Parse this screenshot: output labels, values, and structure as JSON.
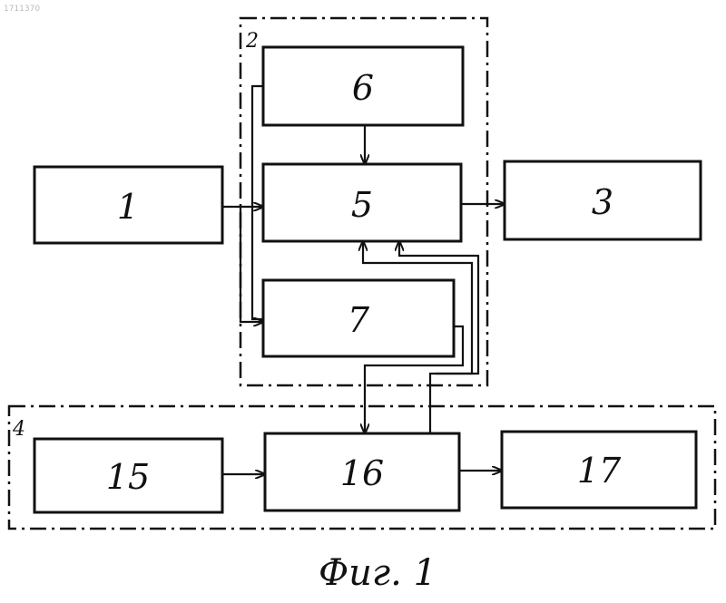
{
  "doc_number": "1711370",
  "caption": "Фиг. 1",
  "groups": [
    {
      "id": "g2",
      "label": "2"
    },
    {
      "id": "g4",
      "label": "4"
    }
  ],
  "blocks": [
    {
      "id": "b1",
      "label": "1"
    },
    {
      "id": "b3",
      "label": "3"
    },
    {
      "id": "b5",
      "label": "5"
    },
    {
      "id": "b6",
      "label": "6"
    },
    {
      "id": "b7",
      "label": "7"
    },
    {
      "id": "b15",
      "label": "15"
    },
    {
      "id": "b16",
      "label": "16"
    },
    {
      "id": "b17",
      "label": "17"
    }
  ],
  "connections": [
    {
      "from": "1",
      "to": "5"
    },
    {
      "from": "1",
      "to": "7"
    },
    {
      "from": "6",
      "to": "5"
    },
    {
      "from": "5",
      "to": "3"
    },
    {
      "from": "7",
      "to": "16"
    },
    {
      "from": "16",
      "to": "5"
    },
    {
      "from": "15",
      "to": "16"
    },
    {
      "from": "16",
      "to": "17"
    }
  ],
  "colors": {
    "ink": "#111111",
    "paper": "#ffffff"
  }
}
